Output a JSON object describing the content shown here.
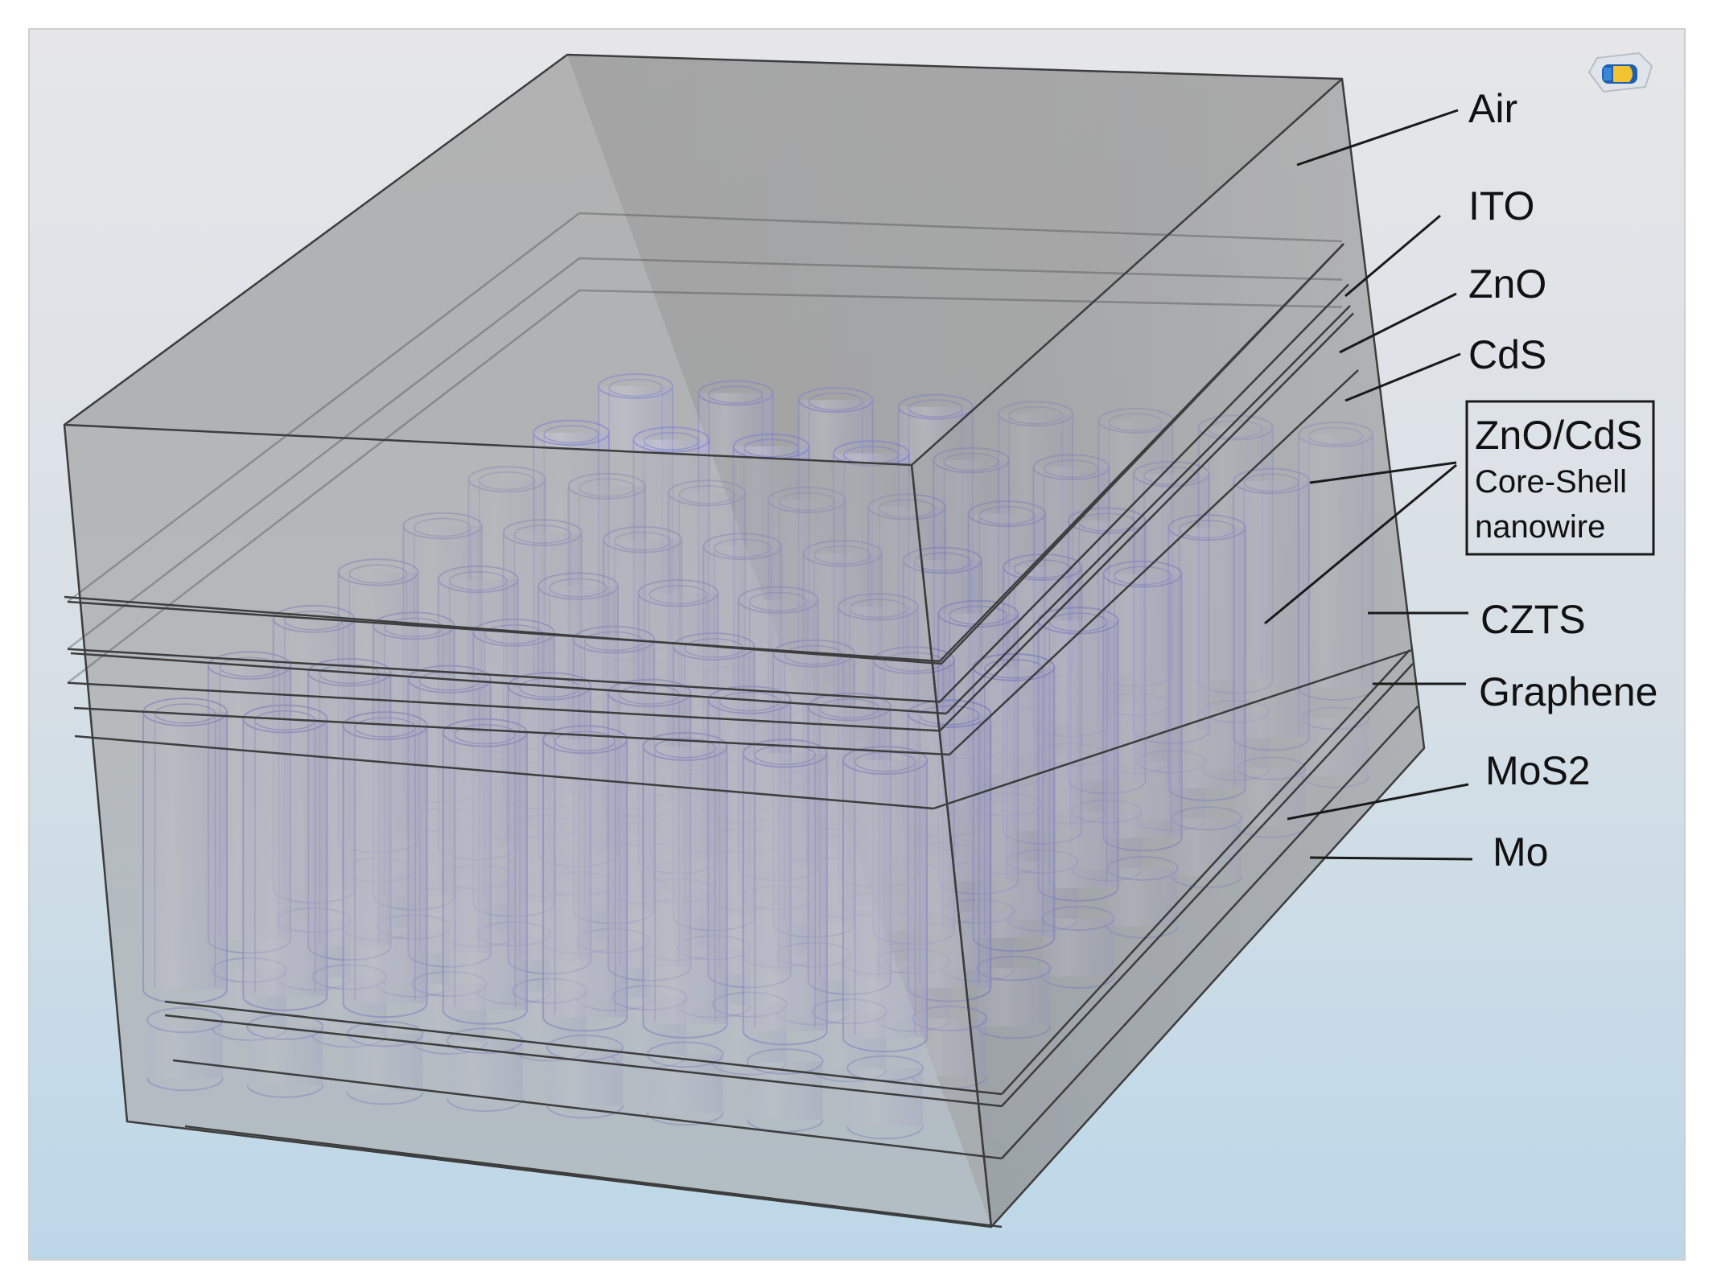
{
  "diagram": {
    "layers": [
      {
        "id": "air",
        "label": "Air"
      },
      {
        "id": "ito",
        "label": "ITO"
      },
      {
        "id": "zno",
        "label": "ZnO"
      },
      {
        "id": "cds",
        "label": "CdS"
      },
      {
        "id": "nanowire",
        "label": "ZnO/CdS",
        "label_line2": "Core-Shell",
        "label_line3": "nanowire"
      },
      {
        "id": "czts",
        "label": "CZTS"
      },
      {
        "id": "graphene",
        "label": "Graphene"
      },
      {
        "id": "mos2",
        "label": "MoS2"
      },
      {
        "id": "mo",
        "label": "Mo"
      }
    ],
    "nanowire_grid": {
      "rows": 8,
      "cols": 8
    },
    "colors": {
      "background_top": "#e6e6e8",
      "background_bottom": "#bcd7e8",
      "box_fill": "#8f8f8f",
      "nanowire": "#6f6fe0",
      "edge": "#3d3d3d"
    },
    "icon": "viewer-logo-icon"
  }
}
